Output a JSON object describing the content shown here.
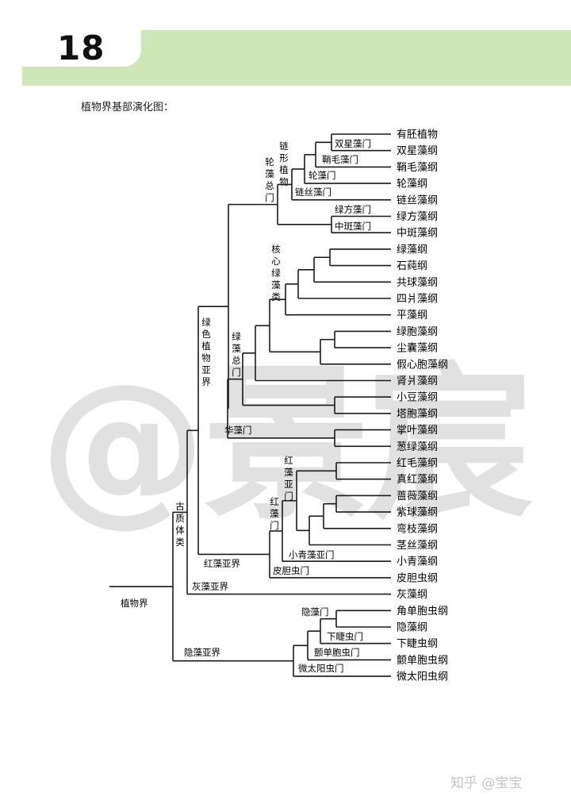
{
  "header": {
    "page_number": "18",
    "band_color": "#cfe6b7"
  },
  "caption": "植物界基部演化图：",
  "watermark": "@景宸",
  "credit": "知乎 @宝宝",
  "leaves": [
    "有胚植物",
    "双星藻纲",
    "鞘毛藻纲",
    "轮藻纲",
    "链丝藻纲",
    "绿方藻纲",
    "中斑藻纲",
    "绿藻纲",
    "石莼纲",
    "共球藻纲",
    "四爿藻纲",
    "平藻纲",
    "绿胞藻纲",
    "尘囊藻纲",
    "假心胞藻纲",
    "肾爿藻纲",
    "小豆藻纲",
    "塔胞藻纲",
    "掌叶藻纲",
    "葱绿藻纲",
    "红毛藻纲",
    "真红藻纲",
    "蔷薇藻纲",
    "紫球藻纲",
    "弯枝藻纲",
    "茎丝藻纲",
    "小青藻纲",
    "皮胆虫纲",
    "灰藻纲",
    "角单胞虫纲",
    "隐藻纲",
    "下睫虫纲",
    "颤单胞虫纲",
    "微太阳虫纲"
  ],
  "node_labels": {
    "root": "植物界",
    "shuangxing": "双星藻门",
    "qiaomao": "鞘毛藻门",
    "lunzao": "轮藻门",
    "liansi": "链丝藻门",
    "lvfang": "绿方藻门",
    "zhongban": "中斑藻门",
    "lianxing": "链形植物",
    "lunzao_zong": "轮藻总门",
    "hexin": "核心绿藻类",
    "lvzao_zong": "绿藻总门",
    "lvse": "绿色植物亚界",
    "huazao": "华藻门",
    "hongzao_ya": "红藻亚门",
    "hongzao_men": "红藻门",
    "xiaoqing": "小青藻亚门",
    "pidan": "皮胆虫门",
    "hongzao_jie": "红藻亚界",
    "huizao": "灰藻亚界",
    "guzhi": "古质体类",
    "yinzao_men": "隐藻门",
    "xiajie": "下睫虫门",
    "chandan": "颤单胞虫门",
    "weitai": "微太阳虫门",
    "yinzao_jie": "隐藻亚界"
  }
}
